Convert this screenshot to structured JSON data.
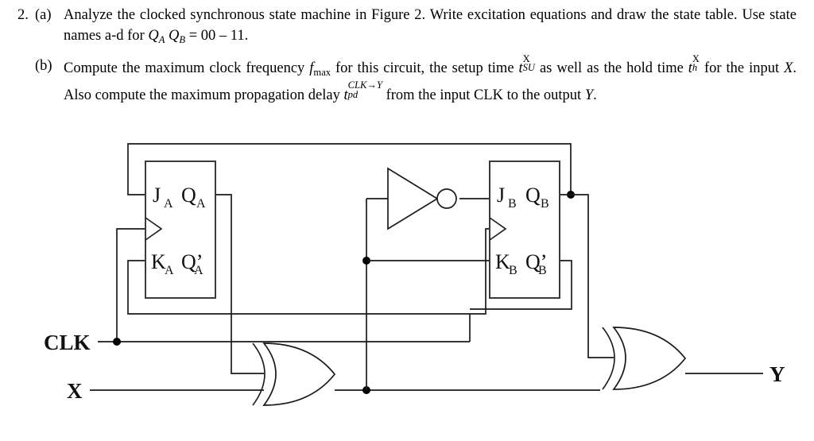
{
  "problem": {
    "number": "2.",
    "parts": [
      {
        "label": "(a)",
        "text_1": "Analyze the clocked synchronous state machine in Figure 2.  Write excitation equations and draw the state table. Use state names a-d for ",
        "math_q_a": "Q",
        "math_q_a_sub": "A",
        "math_q_b": "Q",
        "math_q_b_sub": "B",
        "text_2": " = 00 – 11."
      },
      {
        "label": "(b)",
        "text_1": "Compute the maximum clock frequency ",
        "f_var": "f",
        "f_sub": "max",
        "text_2": " for this circuit, the setup time ",
        "t_su_var": "t",
        "t_su_sup": "X",
        "t_su_sub": "SU",
        "text_3": " as well as the hold time ",
        "t_h_var": "t",
        "t_h_sup": "X",
        "t_h_sub": "h",
        "text_4": " for the input ",
        "x_var": "X",
        "text_5": ". Also compute the maximum propagation delay ",
        "t_pd_var": "t",
        "t_pd_sup": "CLK→Y",
        "t_pd_sub": "pd",
        "text_6": " from the input CLK to the output ",
        "y_var": "Y",
        "text_7": "."
      }
    ]
  },
  "circuit": {
    "inputs": [
      {
        "name": "clk-input-label",
        "label": "CLK"
      },
      {
        "name": "x-input-label",
        "label": "X"
      }
    ],
    "outputs": [
      {
        "name": "y-output-label",
        "label": "Y"
      }
    ],
    "flipflops": [
      {
        "id": "flip-flop-a",
        "pins": {
          "j": "J",
          "j_sub": "A",
          "k": "K",
          "k_sub": "A",
          "q": "Q",
          "q_sub": "A",
          "qn": "Q’",
          "qn_sub": "A"
        }
      },
      {
        "id": "flip-flop-b",
        "pins": {
          "j": "J",
          "j_sub": "B",
          "k": "K",
          "k_sub": "B",
          "q": "Q",
          "q_sub": "B",
          "qn": "Q’",
          "qn_sub": "B"
        }
      }
    ],
    "gates": [
      {
        "id": "inverter-1",
        "type": "not"
      },
      {
        "id": "xor-gate-1",
        "type": "xor"
      },
      {
        "id": "xor-gate-2",
        "type": "xor"
      }
    ],
    "colors": {
      "wire": "#1a1a1a",
      "box_outline": "#3a3a3a",
      "background": "#ffffff"
    }
  }
}
